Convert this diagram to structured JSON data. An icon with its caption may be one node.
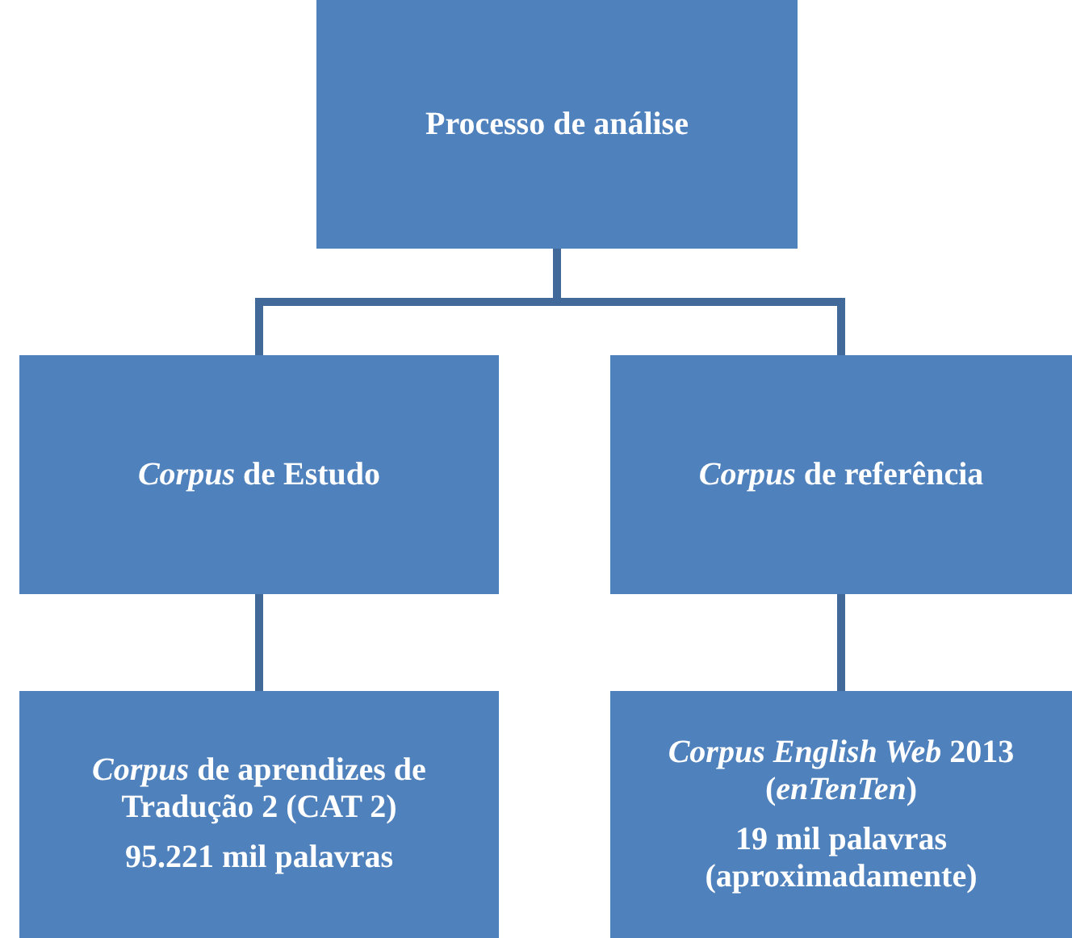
{
  "diagram": {
    "nodes": [
      {
        "text": [
          "Processo de análise"
        ]
      },
      {
        "text": [
          "*Corpus* de Estudo"
        ]
      },
      {
        "text": [
          "*Corpus* de referência"
        ]
      },
      {
        "text": [
          "*Corpus* de aprendizes de Tradução 2 (CAT 2)",
          "95.221 mil palavras"
        ]
      },
      {
        "text": [
          "*Corpus English Web* 2013 (*enTenTen*)",
          "19 mil palavras (aproximadamente)"
        ]
      }
    ],
    "edges": [
      {
        "from": 0,
        "to": 1,
        "arrow": "none"
      },
      {
        "from": 0,
        "to": 2,
        "arrow": "none"
      },
      {
        "from": 1,
        "to": 3,
        "arrow": "none"
      },
      {
        "from": 2,
        "to": 4,
        "arrow": "none"
      }
    ]
  }
}
